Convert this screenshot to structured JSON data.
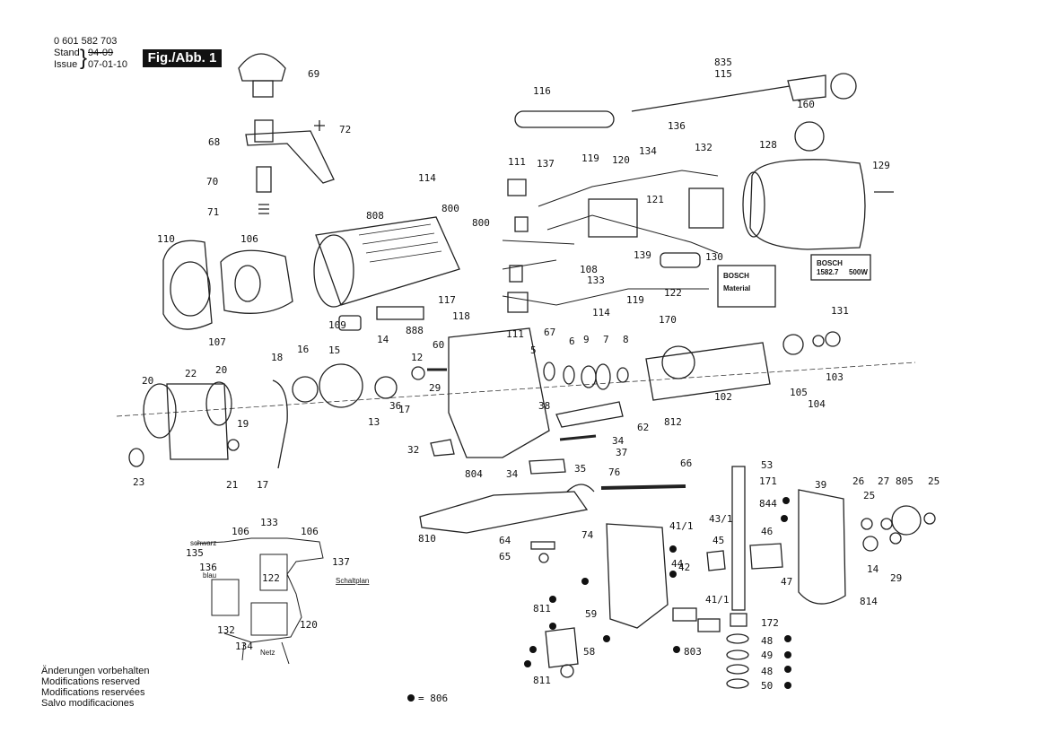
{
  "header": {
    "part_number": "0 601 582 703",
    "stand_label": "Stand",
    "stand_value": "94-09",
    "issue_label": "Issue",
    "issue_value": "07-01-10",
    "figure_label": "Fig./Abb. 1"
  },
  "notes": [
    "Änderungen vorbehalten",
    "Modifications reserved",
    "Modifications reservées",
    "Salvo modificaciones"
  ],
  "legend": {
    "dot_label": "= 806"
  },
  "labels": {
    "boxes": {
      "bosch_brand": "BOSCH",
      "bosch_material": "Material",
      "model": "1582.7",
      "power": "500W"
    },
    "schematic": {
      "schwarz": "schwarz",
      "blau": "blau",
      "netz": "Netz",
      "schaltplan": "Schaltplan"
    }
  },
  "callouts": [
    "69",
    "72",
    "68",
    "70",
    "71",
    "110",
    "106",
    "107",
    "808",
    "800",
    "114",
    "111",
    "137",
    "119",
    "120",
    "134",
    "136",
    "132",
    "121",
    "800",
    "116",
    "835",
    "115",
    "160",
    "128",
    "129",
    "130",
    "108",
    "122",
    "139",
    "133",
    "117",
    "888",
    "109",
    "118",
    "119",
    "114",
    "111",
    "131",
    "67",
    "5",
    "6",
    "9",
    "7",
    "8",
    "170",
    "14",
    "60",
    "12",
    "16",
    "15",
    "18",
    "22",
    "20",
    "20",
    "29",
    "36",
    "17",
    "13",
    "19",
    "21",
    "17",
    "23",
    "32",
    "38",
    "62",
    "812",
    "34",
    "37",
    "804",
    "35",
    "34",
    "102",
    "105",
    "104",
    "103",
    "66",
    "76",
    "53",
    "171",
    "844",
    "41/1",
    "43/1",
    "45",
    "46",
    "44",
    "42",
    "41/1",
    "74",
    "64",
    "65",
    "810",
    "39",
    "26",
    "25",
    "27",
    "805",
    "25",
    "14",
    "29",
    "814",
    "47",
    "811",
    "59",
    "58",
    "811",
    "172",
    "48",
    "49",
    "48",
    "50",
    "803",
    "106",
    "133",
    "106",
    "135",
    "137",
    "136",
    "122",
    "132",
    "120",
    "134"
  ]
}
